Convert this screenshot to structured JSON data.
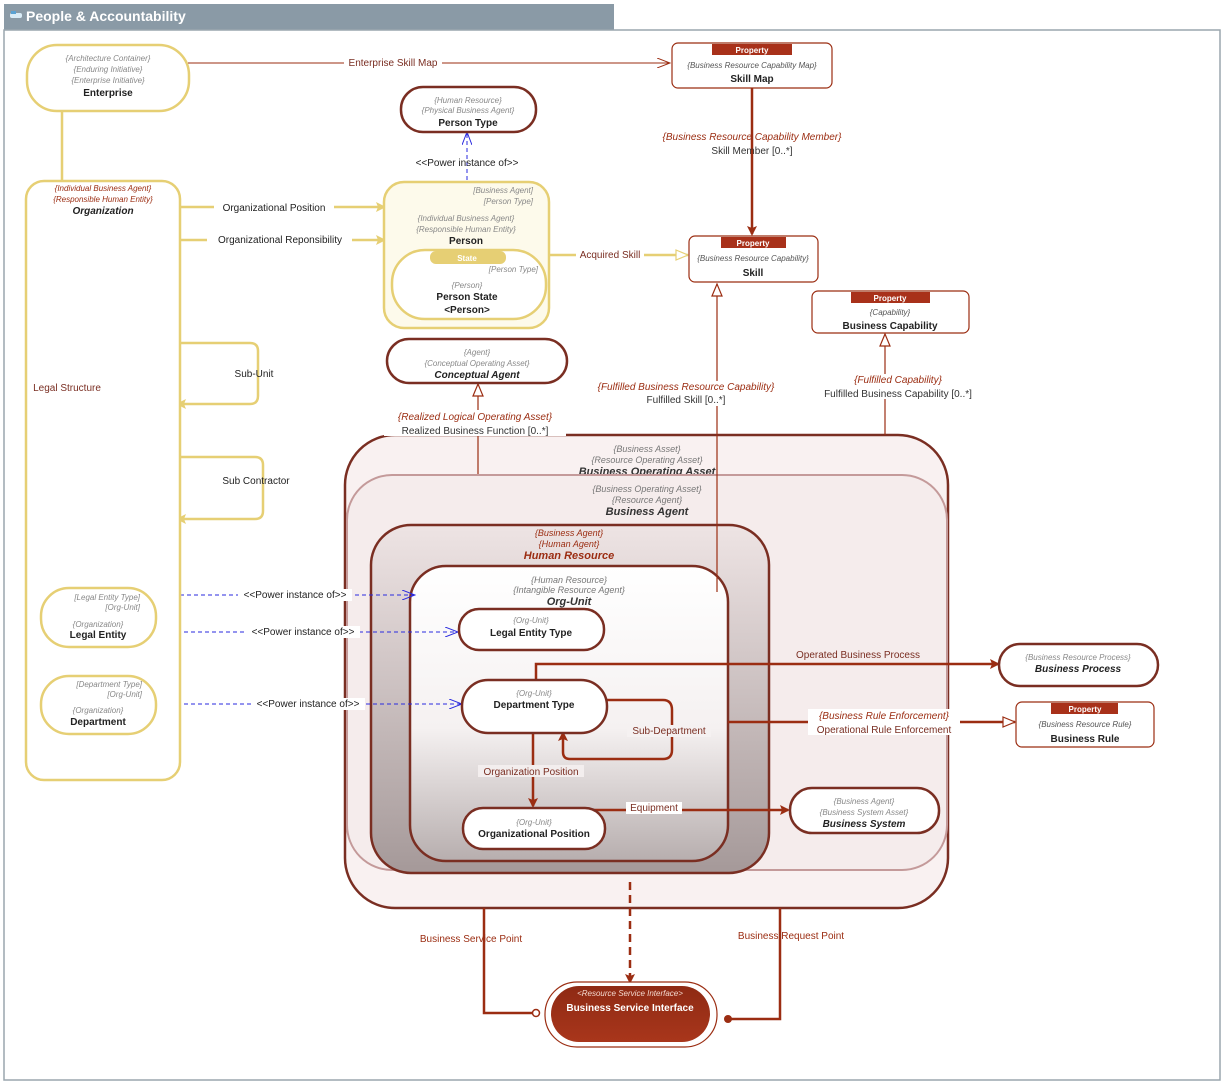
{
  "diagram": {
    "title": "People & Accountability",
    "nodes": {
      "enterprise": {
        "stereo1": "{Architecture Container}",
        "stereo2": "{Enduring Initiative}",
        "stereo3": "{Enterprise Initiative}",
        "name": "Enterprise"
      },
      "skill_map": {
        "badge": "Property",
        "stereo": "{Business Resource Capability Map}",
        "name": "Skill Map"
      },
      "person_type": {
        "stereo1": "{Human Resource}",
        "stereo2": "{Physical Business Agent}",
        "name": "Person Type"
      },
      "organization": {
        "stereo1": "{Individual Business Agent}",
        "stereo2": "{Responsible Human Entity}",
        "name": "Organization"
      },
      "person": {
        "tag1": "[Business Agent]",
        "tag2": "[Person Type]",
        "stereo1": "{Individual Business Agent}",
        "stereo2": "{Responsible Human Entity}",
        "name": "Person"
      },
      "person_state": {
        "badge": "State",
        "tag": "[Person Type]",
        "stereo": "{Person}",
        "name": "Person State",
        "name2": "<Person>"
      },
      "skill": {
        "badge": "Property",
        "stereo": "{Business Resource Capability}",
        "name": "Skill"
      },
      "business_capability": {
        "badge": "Property",
        "stereo": "{Capability}",
        "name": "Business Capability"
      },
      "conceptual_agent": {
        "stereo1": "{Agent}",
        "stereo2": "{Conceptual Operating Asset}",
        "name": "Conceptual Agent"
      },
      "business_operating_asset": {
        "stereo1": "{Business Asset}",
        "stereo2": "{Resource Operating Asset}",
        "name": "Business Operating Asset"
      },
      "business_agent": {
        "stereo1": "{Business Operating Asset}",
        "stereo2": "{Resource Agent}",
        "name": "Business Agent"
      },
      "human_resource": {
        "stereo1": "{Business Agent}",
        "stereo2": "{Human Agent}",
        "name": "Human Resource"
      },
      "org_unit": {
        "stereo1": "{Human Resource}",
        "stereo2": "{Intangible Resource Agent}",
        "name": "Org-Unit"
      },
      "legal_entity_type": {
        "stereo": "{Org-Unit}",
        "name": "Legal Entity Type"
      },
      "department_type": {
        "stereo": "{Org-Unit}",
        "name": "Department Type"
      },
      "organizational_position": {
        "stereo": "{Org-Unit}",
        "name": "Organizational Position"
      },
      "legal_entity": {
        "tag1": "[Legal Entity Type]",
        "tag2": "[Org-Unit]",
        "stereo": "{Organization}",
        "name": "Legal Entity"
      },
      "department": {
        "tag1": "[Department Type]",
        "tag2": "[Org-Unit]",
        "stereo": "{Organization}",
        "name": "Department"
      },
      "business_process": {
        "stereo": "{Business Resource Process}",
        "name": "Business Process"
      },
      "business_rule": {
        "badge": "Property",
        "stereo": "{Business Resource Rule}",
        "name": "Business Rule"
      },
      "business_system": {
        "stereo1": "{Business Agent}",
        "stereo2": "{Business System Asset}",
        "name": "Business System"
      },
      "business_service_interface": {
        "stereo": "<Resource Service Interface>",
        "name": "Business Service Interface"
      }
    },
    "edges": {
      "enterprise_skill_map": "Enterprise Skill Map",
      "skill_member_stereo": "{Business Resource Capability Member}",
      "skill_member": "Skill Member [0..*]",
      "power_instance_person": "<<Power instance of>>",
      "organizational_position": "Organizational Position",
      "organizational_reponsibility": "Organizational Reponsibility",
      "acquired_skill": "Acquired Skill",
      "legal_structure": "Legal Structure",
      "sub_unit": "Sub-Unit",
      "sub_contractor": "Sub Contractor",
      "fulfilled_skill_stereo": "{Fulfilled Business Resource Capability}",
      "fulfilled_skill": "Fulfilled Skill [0..*]",
      "fulfilled_capability_stereo": "{Fulfilled Capability}",
      "fulfilled_capability": "Fulfilled Business Capability [0..*]",
      "realized_stereo": "{Realized Logical Operating Asset}",
      "realized": "Realized Business Function [0..*]",
      "power_instance_1": "<<Power instance of>>",
      "power_instance_2": "<<Power instance of>>",
      "power_instance_3": "<<Power instance of>>",
      "operated_business_process": "Operated Business Process",
      "rule_enforcement_stereo": "{Business Rule Enforcement}",
      "rule_enforcement": "Operational Rule Enforcement",
      "sub_department": "Sub-Department",
      "organization_position": "Organization Position",
      "equipment": "Equipment",
      "business_service_point": "Business Service Point",
      "business_request_point": "Business Request Point"
    },
    "colors": {
      "yellow": "#e6cf74",
      "maroon": "#9b2d12",
      "dark_maroon": "#7a2e22",
      "blue_dashed": "#2a2adf",
      "property_badge": "#a8311a",
      "title_bar": "#8a9aa6"
    }
  }
}
